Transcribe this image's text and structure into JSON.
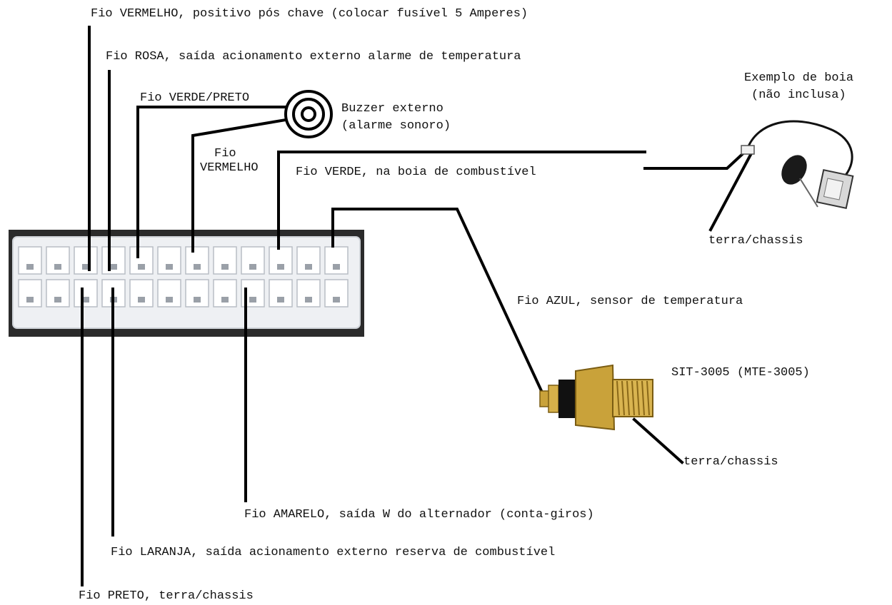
{
  "labels": {
    "red_ignition": "Fio VERMELHO, positivo pós chave (colocar fusível 5 Amperes)",
    "pink_temp_alarm": "Fio ROSA, saída acionamento externo alarme de temperatura",
    "green_black": "Fio VERDE/PRETO",
    "buzzer_line1": "Buzzer externo",
    "buzzer_line2": "(alarme sonoro)",
    "red_buzzer_line1": "Fio",
    "red_buzzer_line2": "VERMELHO",
    "green_fuel": "Fio VERDE, na boia de combustível",
    "float_example_line1": "Exemplo de boia",
    "float_example_line2": "(não inclusa)",
    "float_ground": "terra/chassis",
    "blue_temp_sensor": "Fio AZUL, sensor de temperatura",
    "sensor_model": "SIT-3005 (MTE-3005)",
    "sensor_ground": "terra/chassis",
    "yellow_alternator": "Fio AMARELO, saída W do alternador (conta-giros)",
    "orange_fuel_reserve": "Fio LARANJA, saída acionamento externo reserva de combustível",
    "black_ground": "Fio PRETO, terra/chassis"
  },
  "colors": {
    "wire": "#000000",
    "connector_body": "#eef0f3",
    "connector_frame": "#2b2b2b",
    "sensor_brass": "#c9a23a",
    "float_body": "#1a1a1a"
  }
}
